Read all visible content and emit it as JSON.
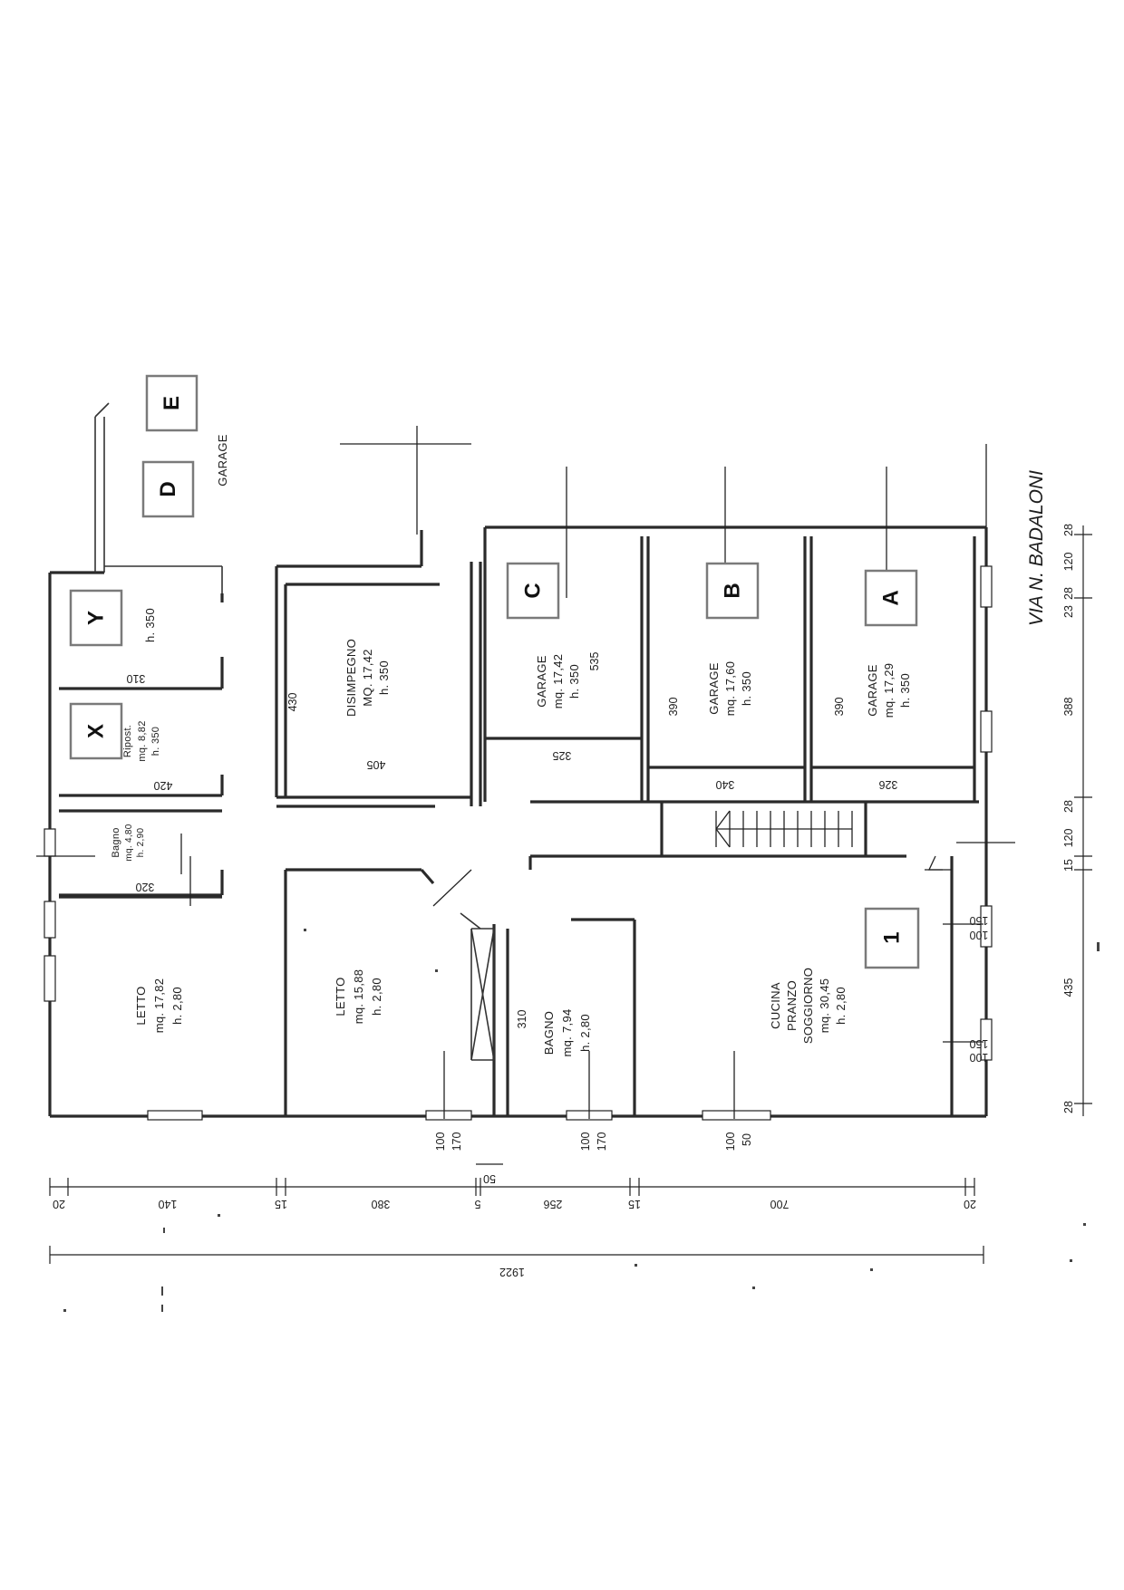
{
  "street_label": "VIA N. BADALONI",
  "garage_label": "GARAGE",
  "markers": [
    "E",
    "D",
    "Y",
    "X",
    "C",
    "B",
    "A",
    "1"
  ],
  "rooms": {
    "letto1": {
      "name": "LETTO",
      "area": "mq. 17,82",
      "height": "h. 2,80"
    },
    "letto2": {
      "name": "LETTO",
      "area": "mq. 15,88",
      "height": "h. 2,80"
    },
    "bagno_large": {
      "name": "BAGNO",
      "area": "mq. 7,94",
      "height": "h. 2,80"
    },
    "cucina": {
      "name1": "CUCINA",
      "name2": "PRANZO",
      "name3": "SOGGIORNO",
      "area": "mq. 30,45",
      "height": "h. 2,80"
    },
    "bagno_small": {
      "name": "Bagno",
      "area": "mq. 4,80",
      "height": "h. 2,90"
    },
    "ripost": {
      "name": "Ripost.",
      "area": "mq. 8,82",
      "height": "h. 350"
    },
    "y_room": {
      "height": "h. 350"
    },
    "disimpegno": {
      "name": "DISIMPEGNO",
      "area": "MQ. 17,42",
      "height": "h. 350"
    },
    "garage_c": {
      "name": "GARAGE",
      "area": "mq. 17,42",
      "height": "h. 350"
    },
    "garage_b": {
      "name": "GARAGE",
      "area": "mq. 17,60",
      "height": "h. 350"
    },
    "garage_a": {
      "name": "GARAGE",
      "area": "mq. 17,29",
      "height": "h. 350"
    }
  },
  "inner_dims": {
    "d310a": "310",
    "d420": "420",
    "d320": "320",
    "d430": "430",
    "d405": "405",
    "d325": "325",
    "d535": "535",
    "d390b": "390",
    "d340": "340",
    "d390a": "390",
    "d326": "326",
    "d310b": "310"
  },
  "window_dims": {
    "w1a": "100",
    "w1b": "170",
    "w2a": "100",
    "w2b": "170",
    "w3a": "100",
    "w3b": "50",
    "w4a": "150",
    "w4b": "100",
    "w5a": "150",
    "w5b": "100"
  },
  "bottom_dims": [
    "20",
    "140",
    "15",
    "380",
    "5",
    "256",
    "15",
    "700",
    "20"
  ],
  "bottom_small": "50",
  "total_dim": "1922",
  "right_dims": [
    "28",
    "120",
    "28",
    "23",
    "388",
    "28",
    "120",
    "15",
    "435",
    "28"
  ]
}
